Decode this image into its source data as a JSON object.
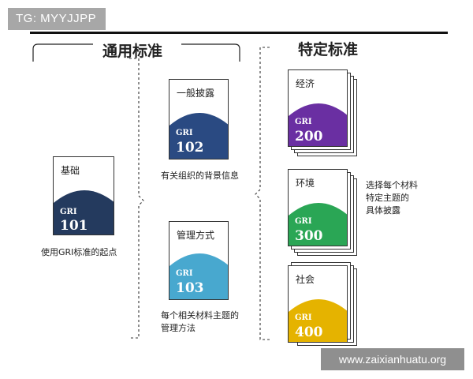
{
  "watermark_tag": "TG: MYYJJPP",
  "headings": {
    "general": "通用标准",
    "specific": "特定标准"
  },
  "general": {
    "foundation": {
      "title": "基础",
      "gri": "GRI",
      "number": "101",
      "color": "#243a5e",
      "caption": "使用GRI标准的起点"
    },
    "disclosures": {
      "title": "一般披露",
      "gri": "GRI",
      "number": "102",
      "color": "#2a4a82",
      "caption": "有关组织的背景信息"
    },
    "management": {
      "title": "管理方式",
      "gri": "GRI",
      "number": "103",
      "color": "#48a8cf",
      "caption_line1": "每个相关材料主题的",
      "caption_line2": "管理方法"
    }
  },
  "specific": {
    "economic": {
      "title": "经济",
      "gri": "GRI",
      "number": "200",
      "color": "#6a2fa2"
    },
    "environmental": {
      "title": "环境",
      "gri": "GRI",
      "number": "300",
      "color": "#2aa655"
    },
    "social": {
      "title": "社会",
      "gri": "GRI",
      "number": "400",
      "color": "#e5b300"
    },
    "caption_line1": "选择每个材料",
    "caption_line2": "特定主题的",
    "caption_line3": "具体披露"
  },
  "footer_watermark": "www.zaixianhuatu.org"
}
